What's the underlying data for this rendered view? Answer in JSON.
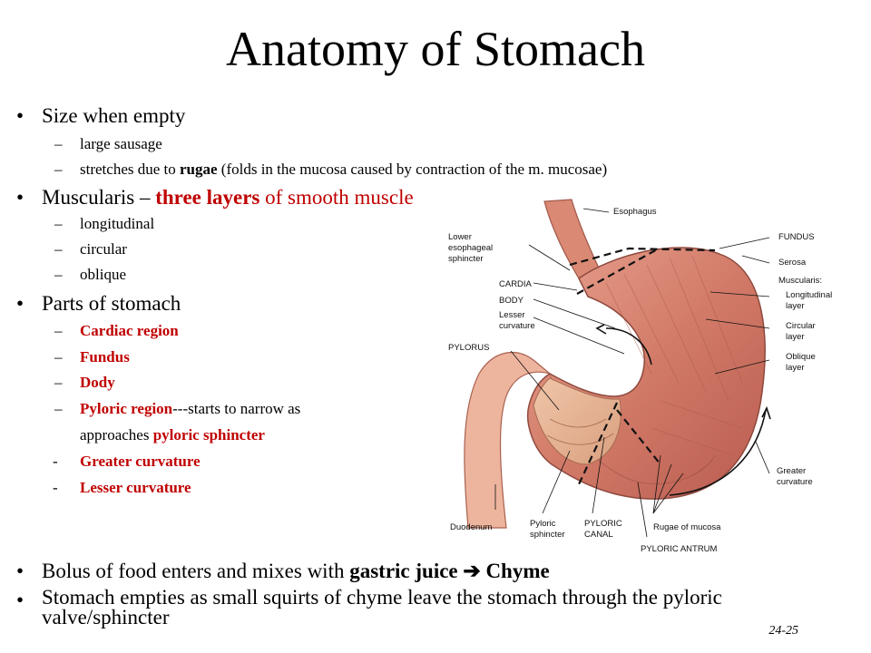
{
  "title": "Anatomy of Stomach",
  "bullets": {
    "size": "Size when empty",
    "size_sub1": "large sausage",
    "size_sub2_a": "stretches due to ",
    "size_sub2_b": "rugae",
    "size_sub2_c": " (folds in the mucosa caused by contraction of the m. mucosae)",
    "musc_a": "Muscularis – ",
    "musc_b": "three layers",
    "musc_c": " of smooth muscle",
    "musc_sub1": "longitudinal",
    "musc_sub2": "circular",
    "musc_sub3": "oblique",
    "parts": "Parts of stomach",
    "parts_sub1": "Cardiac region",
    "parts_sub2": "Fundus",
    "parts_sub3": "Dody",
    "parts_sub4_a": "Pyloric region",
    "parts_sub4_b": "---",
    "parts_sub4_c": "starts to narrow as",
    "parts_sub4_d": "approaches ",
    "parts_sub4_e": "pyloric sphincter",
    "parts_sub5": "Greater curvature",
    "parts_sub6": "Lesser curvature",
    "bolus_a": "Bolus of food enters and mixes with ",
    "bolus_b": "gastric juice",
    "bolus_arrow": " ➔ ",
    "bolus_c": "Chyme",
    "empty_line1": "Stomach empties as small squirts of chyme leave the stomach through the pyloric",
    "empty_line2": "valve/sphincter"
  },
  "figure_labels": {
    "esophagus": "Esophagus",
    "les1": "Lower",
    "les2": "esophageal",
    "les3": "sphincter",
    "cardia": "CARDIA",
    "body": "BODY",
    "lesser1": "Lesser",
    "lesser2": "curvature",
    "pylorus": "PYLORUS",
    "fundus": "FUNDUS",
    "serosa": "Serosa",
    "muscularis": "Muscularis:",
    "long1": "Longitudinal",
    "long2": "layer",
    "circ1": "Circular",
    "circ2": "layer",
    "obl1": "Oblique",
    "obl2": "layer",
    "greater1": "Greater",
    "greater2": "curvature",
    "duodenum": "Duodenum",
    "pylsph1": "Pyloric",
    "pylsph2": "sphincter",
    "pylcanal1": "PYLORIC",
    "pylcanal2": "CANAL",
    "rugae": "Rugae of mucosa",
    "antrum": "PYLORIC ANTRUM"
  },
  "page_number": "24-25",
  "colors": {
    "accent_red": "#c00000"
  }
}
